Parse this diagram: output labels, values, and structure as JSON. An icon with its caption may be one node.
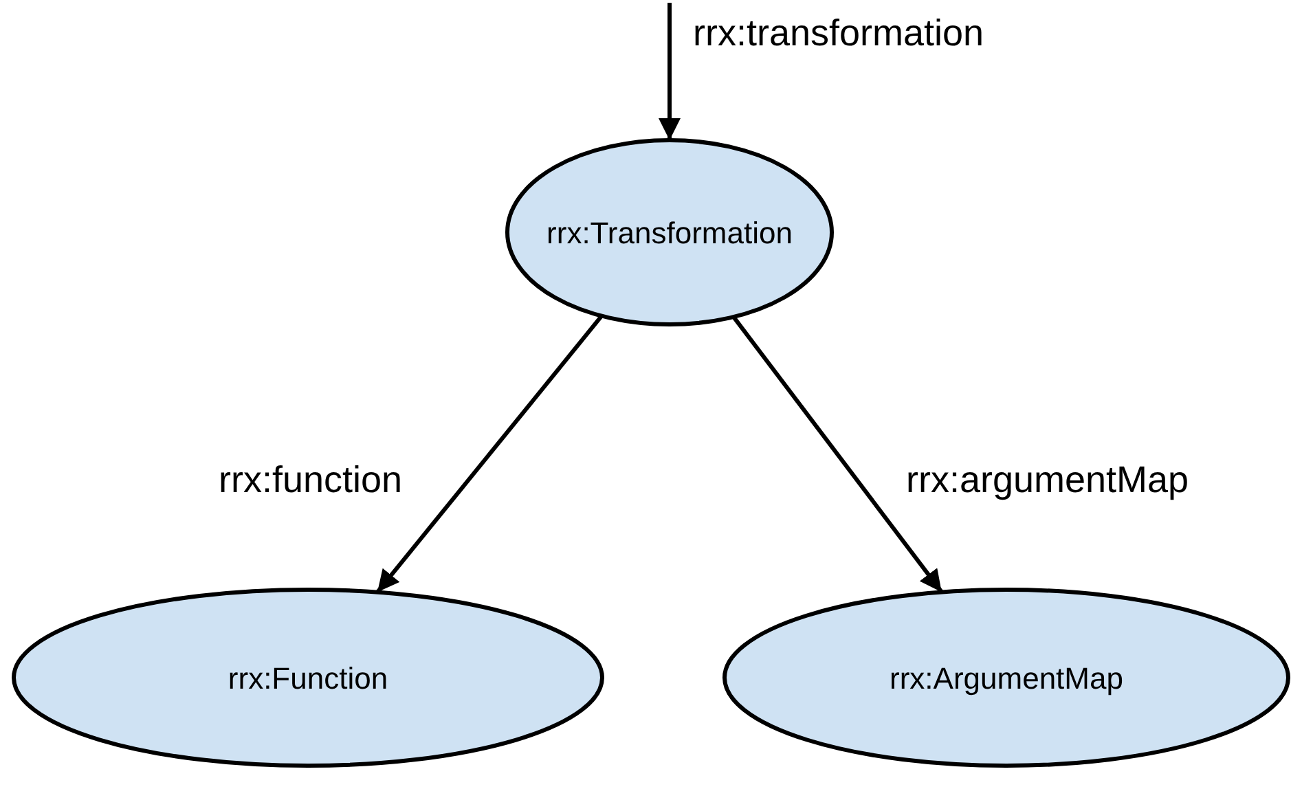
{
  "diagram": {
    "nodes": [
      {
        "text": [
          "rrx:Transformation"
        ]
      },
      {
        "text": [
          "rrx:Function"
        ]
      },
      {
        "text": [
          "rrx:ArgumentMap"
        ]
      }
    ],
    "edges": [
      {
        "from": null,
        "to": 0,
        "arrow": "to",
        "label": "rrx:transformation"
      },
      {
        "from": 0,
        "to": 1,
        "arrow": "to",
        "label": "rrx:function"
      },
      {
        "from": 0,
        "to": 2,
        "arrow": "to",
        "label": "rrx:argumentMap"
      }
    ]
  }
}
